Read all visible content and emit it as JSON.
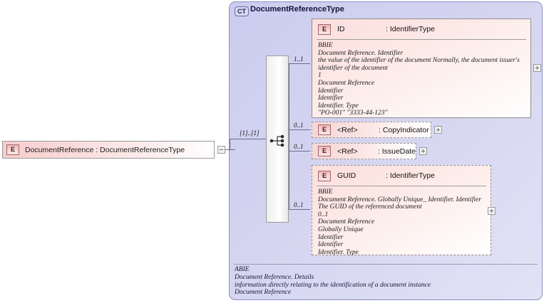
{
  "diagram": {
    "kind": "xsd-schema-diagram",
    "root_element": {
      "icon": "element-icon",
      "icon_label": "E",
      "label": "DocumentReference : DocumentReferenceType",
      "toggle": "collapse-minus"
    },
    "complex_type": {
      "badge": "CT",
      "title": "DocumentReferenceType",
      "compositor": "sequence",
      "compositor_cardinality": "[1]..[1]",
      "annotation": {
        "lines": [
          "ABIE",
          "Document Reference. Details",
          "information directly relating to the identification of a document instance",
          "Document Reference"
        ]
      }
    },
    "children": [
      {
        "id": "id",
        "style": "detail-solid",
        "icon_label": "E",
        "name": "ID",
        "type": ": IdentifierType",
        "cardinality": "1..1",
        "toggle": "expand-plus",
        "body_lines": [
          "BBIE",
          "Document Reference. Identifier",
          "the value of the identifier of the document Normally, the document issuer's",
          "identifier of the document",
          "1",
          "Document Reference",
          "Identifier",
          "Identifier",
          "Identifier. Type",
          "\"PO-001\" \"3333-44-123\""
        ]
      },
      {
        "id": "copyindicator",
        "style": "ref",
        "icon_label": "E",
        "name": "<Ref>",
        "type": ": CopyIndicator",
        "cardinality": "0..1",
        "toggle": "expand-plus"
      },
      {
        "id": "issuedate",
        "style": "ref",
        "icon_label": "E",
        "name": "<Ref>",
        "type": ": IssueDate",
        "cardinality": "0..1",
        "toggle": "expand-plus"
      },
      {
        "id": "guid",
        "style": "detail-dashed",
        "icon_label": "E",
        "name": "GUID",
        "type": ": IdentifierType",
        "cardinality": "0..1",
        "toggle": "expand-plus",
        "body_lines": [
          "BBIE",
          "Document Reference. Globally Unique_ Identifier. Identifier",
          "The GUID of the referenced document",
          "0..1",
          "Document Reference",
          "Globally Unique",
          "Identifier",
          "Identifier",
          "Identifier. Type"
        ]
      }
    ],
    "colors": {
      "complex_type_fill": "#d3d3f0",
      "complex_type_border": "#8e8ec6",
      "element_fill": "#fadcdc",
      "element_border": "#999999",
      "line": "#6c6c94",
      "canvas": "#ffffff"
    }
  }
}
